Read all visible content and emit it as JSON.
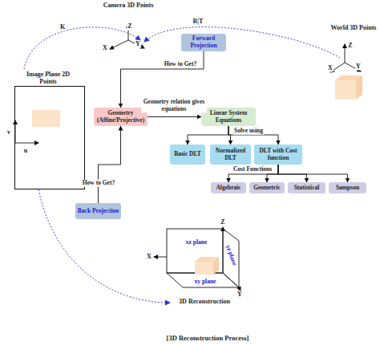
{
  "diagram": {
    "caption": "[3D Reconstruction Process]",
    "nodes": [
      {
        "text": [
          "Forward Projection"
        ]
      },
      {
        "text": [
          "Image Plane 2D Points"
        ]
      },
      {
        "text": [
          "Geometry (Affine/Projective)"
        ]
      },
      {
        "text": [
          "Linear System Equations"
        ]
      },
      {
        "text": [
          "Basic DLT"
        ]
      },
      {
        "text": [
          "Normalized DLT"
        ]
      },
      {
        "text": [
          "DLT with Cost function"
        ]
      },
      {
        "text": [
          "Algebraic"
        ]
      },
      {
        "text": [
          "Geometric"
        ]
      },
      {
        "text": [
          "Statistical"
        ]
      },
      {
        "text": [
          "Sampson"
        ]
      },
      {
        "text": [
          "Back Projection"
        ]
      }
    ],
    "edges": [
      {
        "from": 0,
        "to": 2,
        "arrow": "to",
        "label": "How to Get?"
      },
      {
        "from": 11,
        "to": 2,
        "arrow": "to",
        "label": "How to Get?"
      },
      {
        "from": 2,
        "to": 3,
        "arrow": "to",
        "label": "Geometry relation gives equations"
      },
      {
        "from": 3,
        "to": 4,
        "arrow": "to"
      },
      {
        "from": 3,
        "to": 5,
        "arrow": "to"
      },
      {
        "from": 3,
        "to": 6,
        "arrow": "to"
      },
      {
        "from": 6,
        "to": 7,
        "arrow": "to"
      },
      {
        "from": 6,
        "to": 8,
        "arrow": "to"
      },
      {
        "from": 6,
        "to": 9,
        "arrow": "to"
      },
      {
        "from": 6,
        "to": 10,
        "arrow": "to"
      }
    ],
    "labels": [
      "Camera 3D Points",
      "Z",
      "X",
      "Y",
      "K",
      "R|T",
      "World 3D Points",
      "Z",
      "X",
      "Y",
      "v",
      "u",
      "Solve using",
      "Cost Functions",
      "Z",
      "X",
      "Y",
      "xz plane",
      "yz plane",
      "xy plane",
      "3D Reconstruction"
    ]
  }
}
